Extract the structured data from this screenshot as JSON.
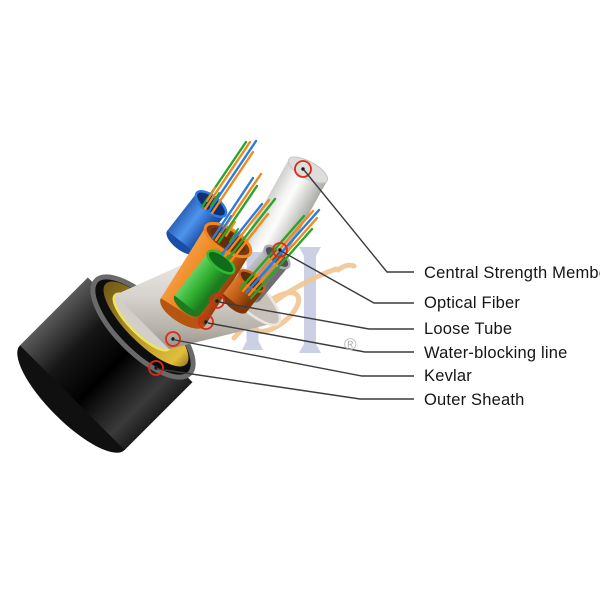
{
  "page": {
    "background_color": "#ffffff"
  },
  "diagram": {
    "subject": "fiber-optic-cable-cutaway",
    "labels": [
      {
        "text": "Central Strength Member"
      },
      {
        "text": "Optical Fiber"
      },
      {
        "text": "Loose Tube"
      },
      {
        "text": "Water-blocking line"
      },
      {
        "text": "Kevlar"
      },
      {
        "text": "Outer Sheath"
      }
    ],
    "parts": {
      "outer_sheath_color": "#111111",
      "kevlar_color": "#c9a82f",
      "water_blocking_color": "#c7c1ba",
      "central_strength_member_color": "#ececea",
      "loose_tube_colors": [
        "#2b7be0",
        "#ef8820",
        "#33b833",
        "#cd6418",
        "#9a9aa0"
      ],
      "optical_fiber_colors": [
        "#2b7bdf",
        "#f08a1e",
        "#2aa52a"
      ]
    },
    "annotation": {
      "marker_color": "#e02818",
      "leader_line_color": "#3c3c3c",
      "label_text_color": "#151515"
    },
    "watermark": {
      "registered_symbol": "®",
      "column_color": "#c9cee3",
      "script_color": "#f2c38c"
    }
  }
}
